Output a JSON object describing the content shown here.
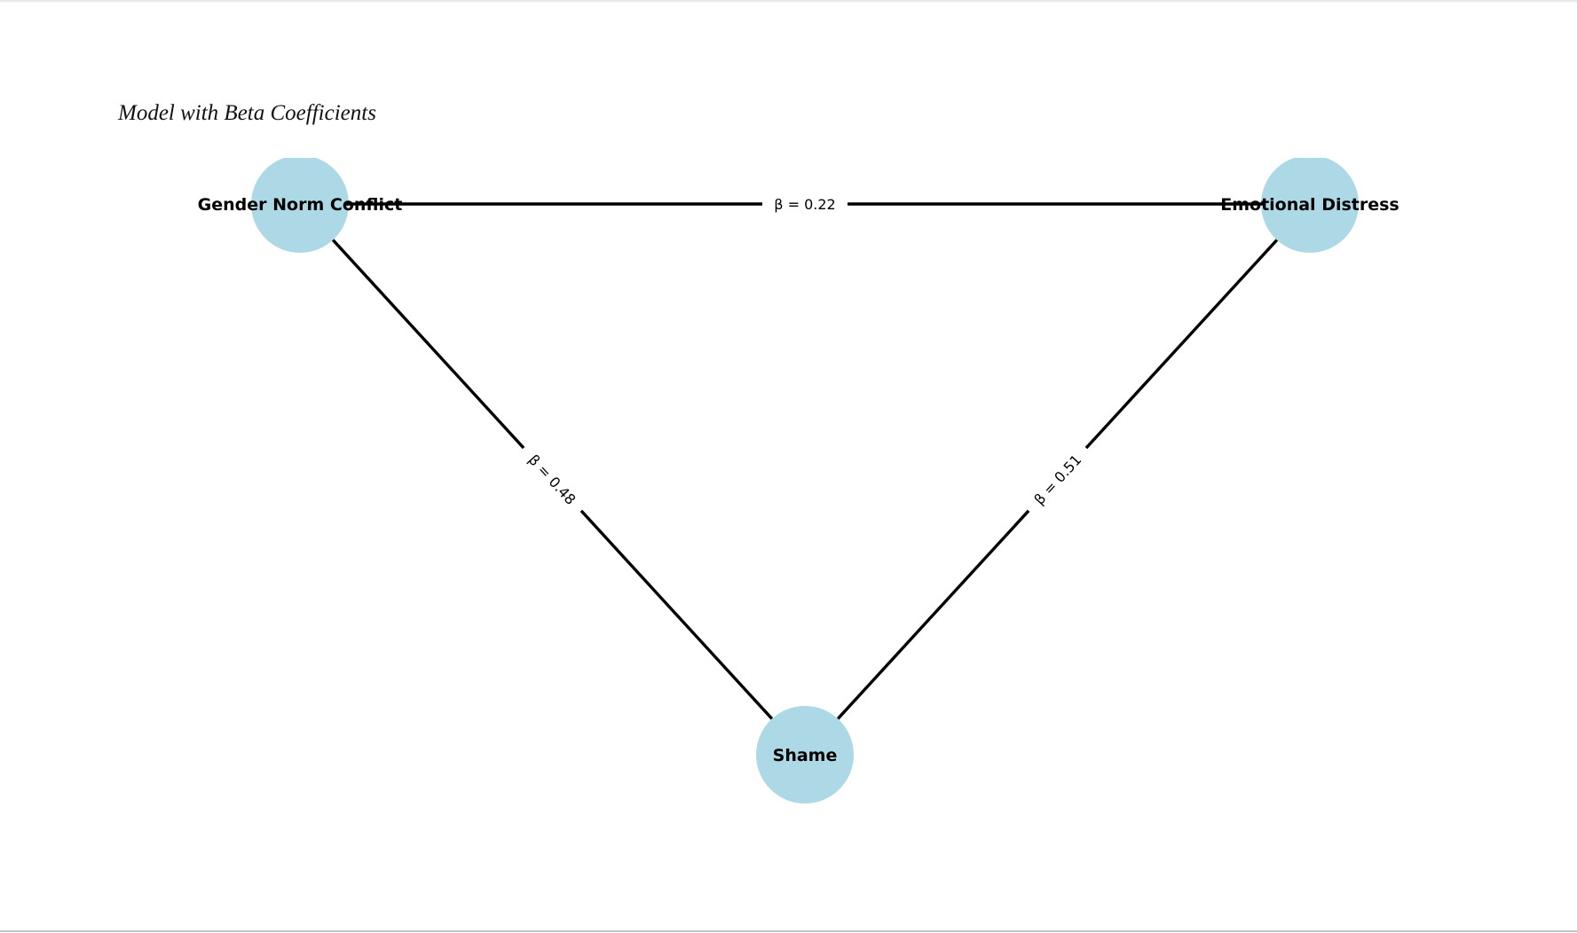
{
  "title": "Model with Beta Coefficients",
  "colors": {
    "node_fill": "#add8e6",
    "edge": "#000000",
    "label_bg": "#ffffff"
  },
  "nodes": [
    {
      "id": "gnc",
      "label": "Gender Norm Conflict"
    },
    {
      "id": "ed",
      "label": "Emotional Distress"
    },
    {
      "id": "shame",
      "label": "Shame"
    }
  ],
  "edges": [
    {
      "from": "gnc",
      "to": "ed",
      "label": "β = 0.22",
      "beta": 0.22
    },
    {
      "from": "gnc",
      "to": "shame",
      "label": "β = 0.48",
      "beta": 0.48
    },
    {
      "from": "shame",
      "to": "ed",
      "label": "β = 0.51",
      "beta": 0.51
    }
  ]
}
